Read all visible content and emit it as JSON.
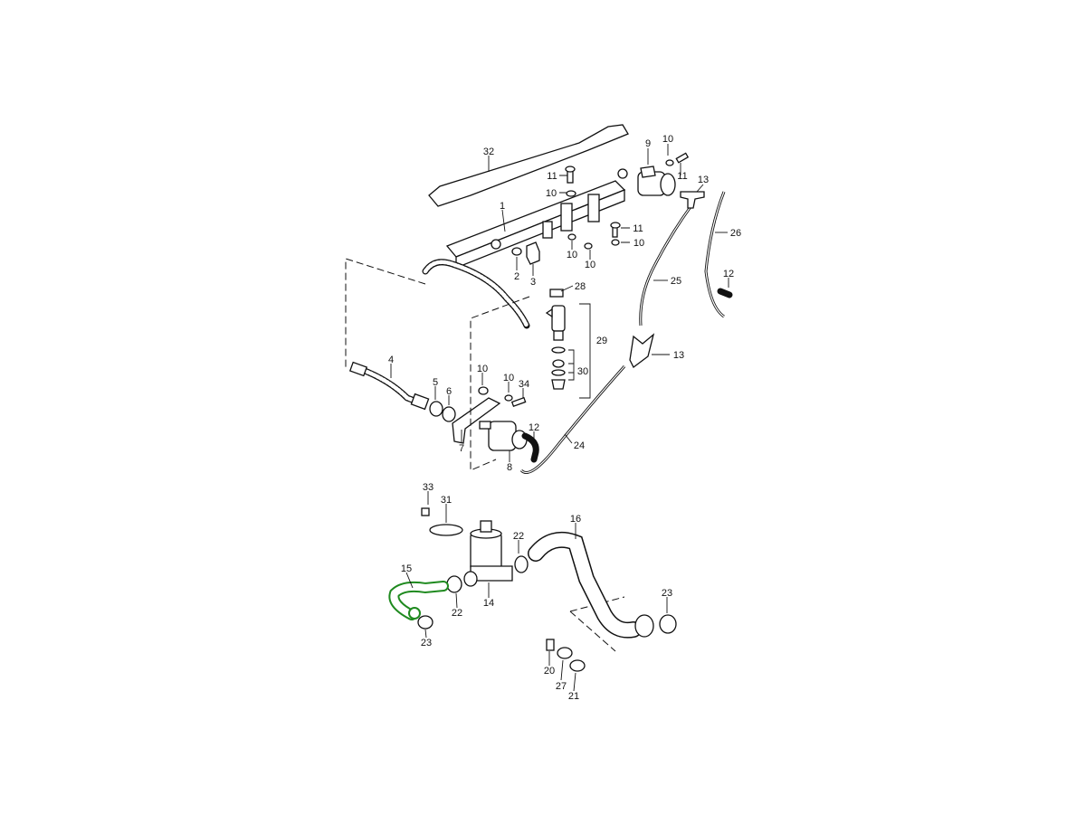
{
  "diagram": {
    "highlight_color": "#1f8a1f",
    "highlighted_part": "15",
    "callouts": {
      "c32": "32",
      "c1": "1",
      "c11a": "11",
      "c10a": "10",
      "c9": "9",
      "c10b": "10",
      "c11b": "11",
      "c13a": "13",
      "c26": "26",
      "c11c": "11",
      "c10c": "10",
      "c10d": "10",
      "c10e": "10",
      "c2": "2",
      "c3": "3",
      "c28": "28",
      "c25": "25",
      "c12a": "12",
      "c29": "29",
      "c13b": "13",
      "c30": "30",
      "c4": "4",
      "c5": "5",
      "c6": "6",
      "c10f": "10",
      "c10g": "10",
      "c34": "34",
      "c12b": "12",
      "c24": "24",
      "c7": "7",
      "c8": "8",
      "c33": "33",
      "c31": "31",
      "c16": "16",
      "c22a": "22",
      "c15": "15",
      "c14": "14",
      "c22b": "22",
      "c23a": "23",
      "c23b": "23",
      "c20": "20",
      "c27": "27",
      "c21": "21"
    }
  }
}
